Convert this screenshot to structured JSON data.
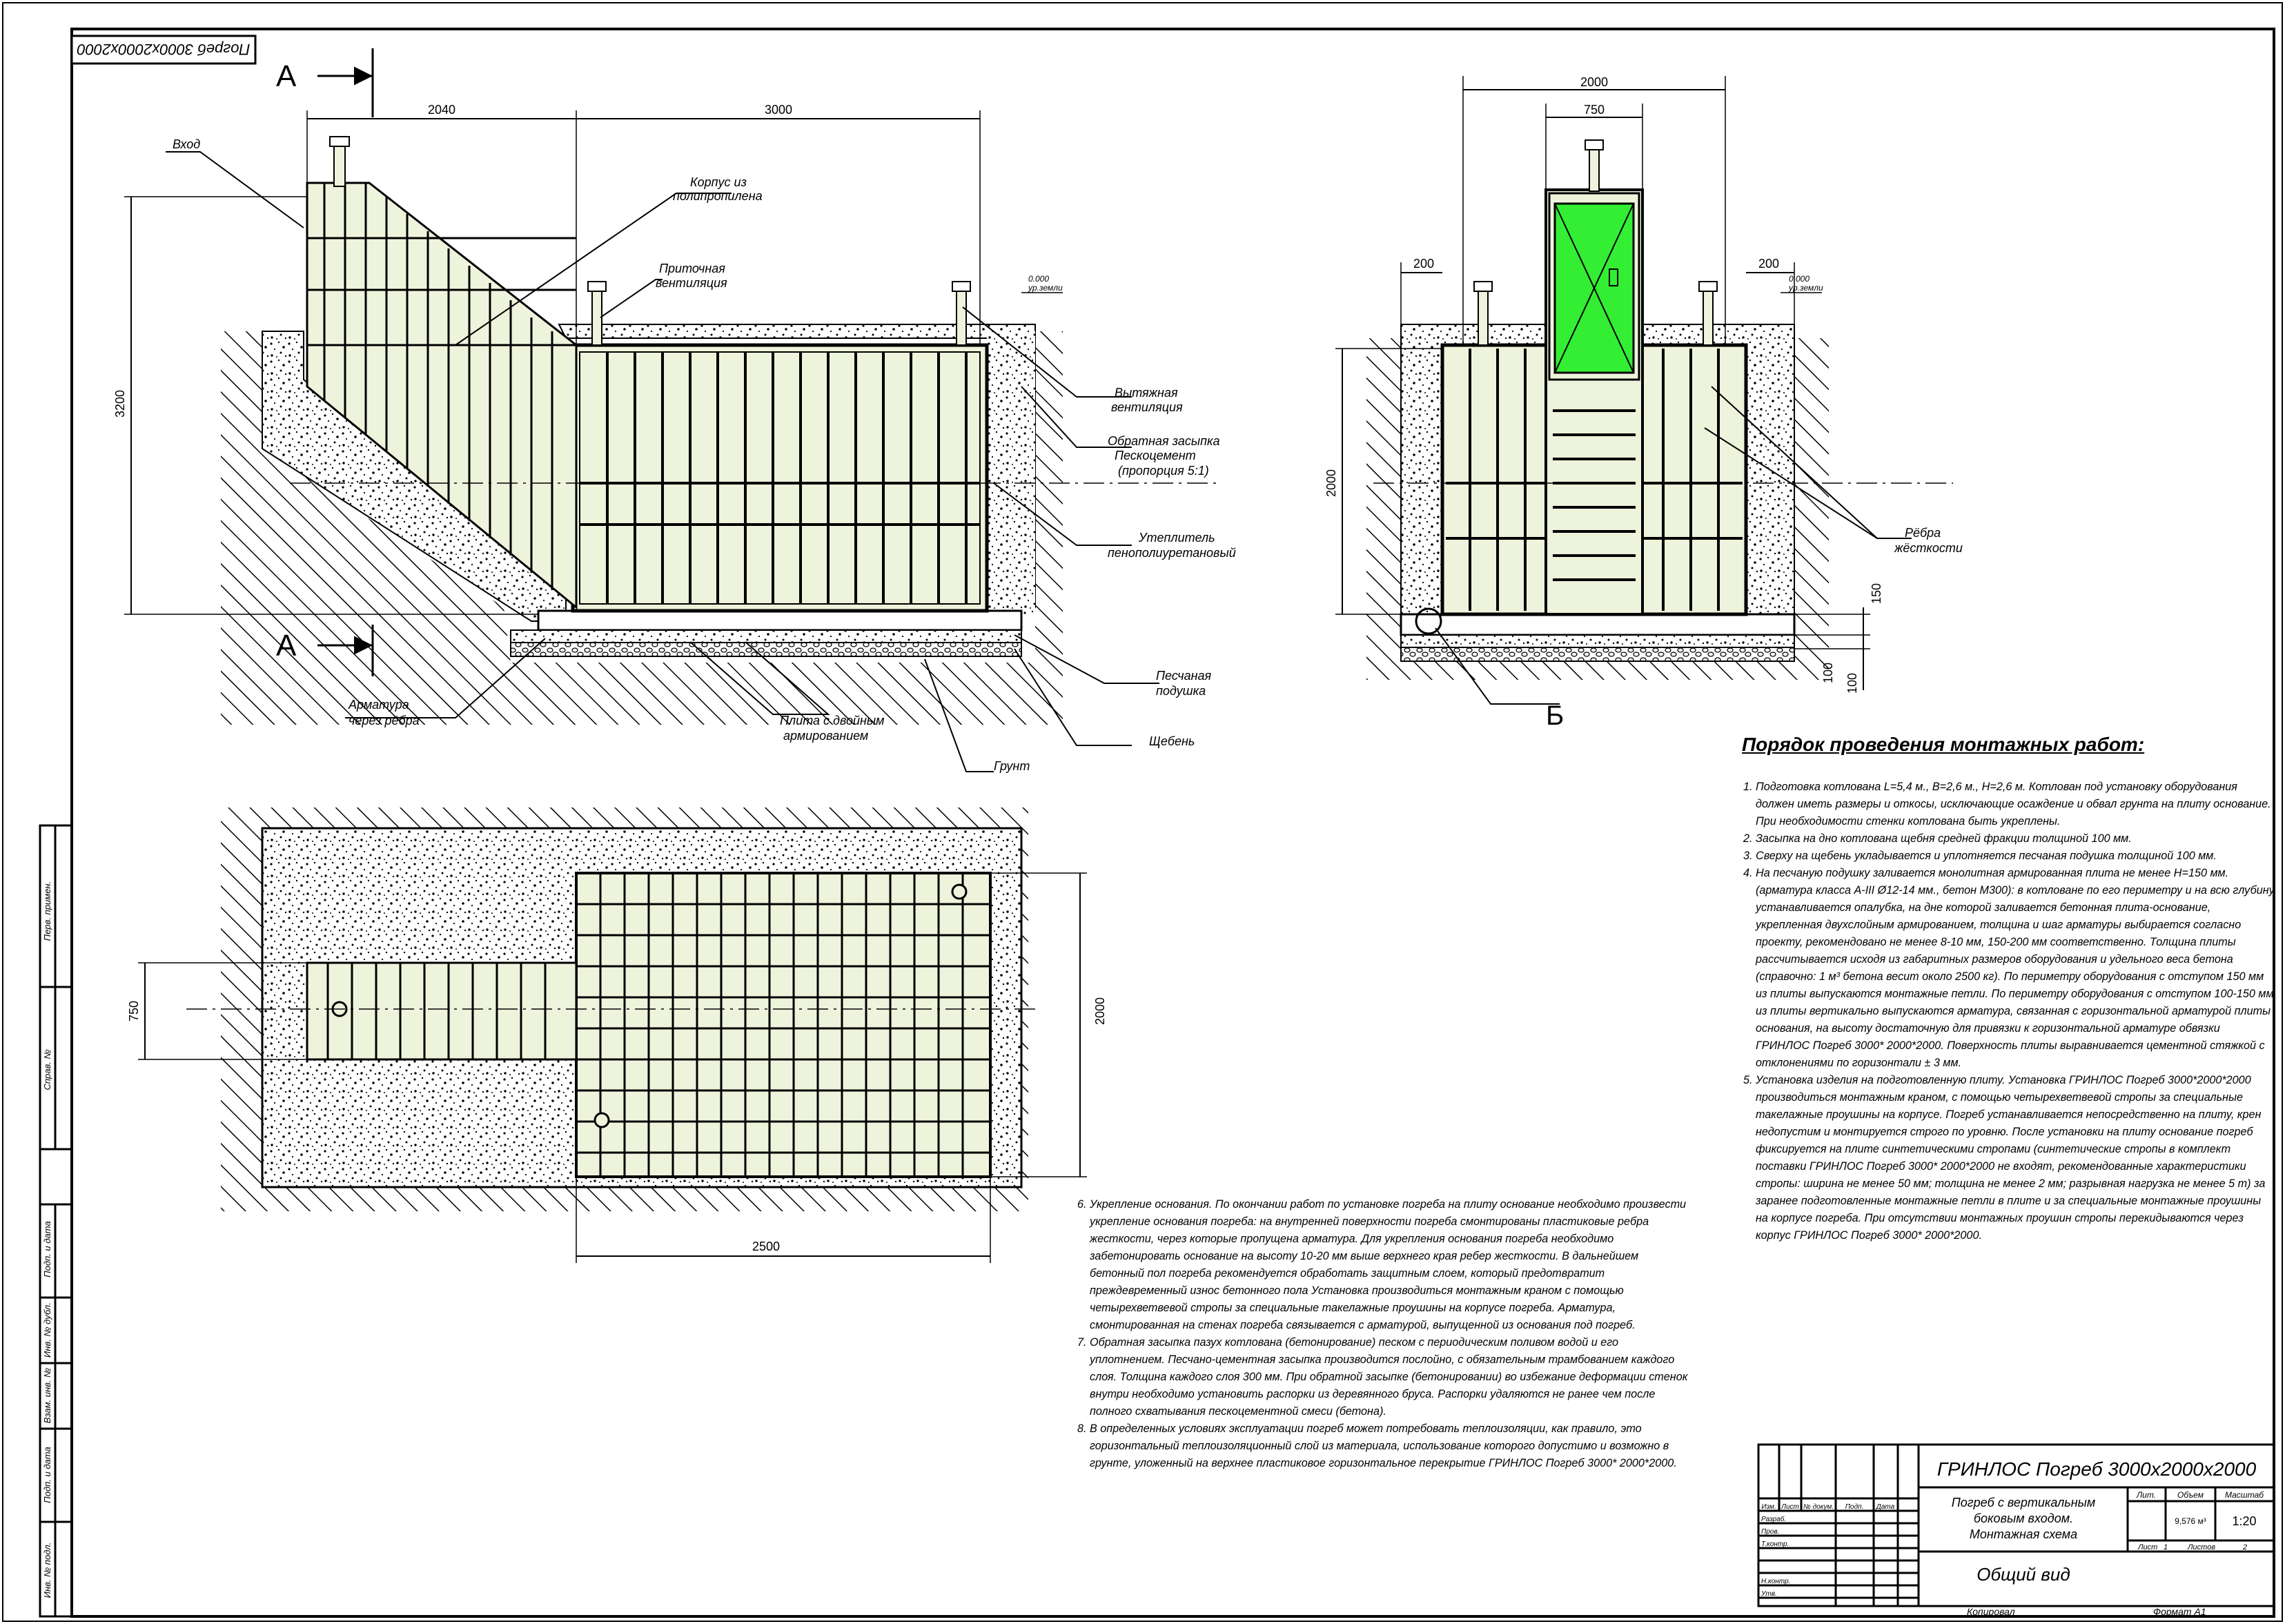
{
  "stamp_top": "Погреб 3000х2000х2000",
  "section_marks": {
    "a_top": "А",
    "a_bottom": "А",
    "b": "Б"
  },
  "dims": {
    "d2040": "2040",
    "d3000": "3000",
    "d3200": "3200",
    "d2000_top": "2000",
    "d750_top": "750",
    "d200_left": "200",
    "d200_right": "200",
    "d2000_side": "2000",
    "d150": "150",
    "d100a": "100",
    "d100b": "100",
    "d750_plan": "750",
    "d2000_plan": "2000",
    "d2500": "2500"
  },
  "level": {
    "left": "0.000",
    "left_sub": "ур.земли",
    "right": "0.000",
    "right_sub": "ур.земли"
  },
  "labels": {
    "vhod": "Вход",
    "korpus_1": "Корпус из",
    "korpus_2": "полипропилена",
    "pritoch_1": "Приточная",
    "pritoch_2": "вентиляция",
    "vytyazh_1": "Вытяжная",
    "vytyazh_2": "вентиляция",
    "zasypka_1": "Обратная засыпка",
    "zasypka_2": "Пескоцемент",
    "zasypka_3": "(пропорция 5:1)",
    "utep_1": "Утеплитель",
    "utep_2": "пенополиуретановый",
    "armatura_1": "Арматура",
    "armatura_2": "через рёбра",
    "plita_1": "Плита с двойным",
    "plita_2": "армированием",
    "pesok_1": "Песчаная",
    "pesok_2": "подушка",
    "sheben": "Щебень",
    "grunt": "Грунт",
    "rebra_1": "Рёбра",
    "rebra_2": "жёсткости"
  },
  "notes_title": "Порядок проведения монтажных работ:",
  "notes_right": [
    "Подготовка котлована  L=5,4 м., В=2,6 м., Н=2,6 м. Котлован под установку оборудования должен иметь размеры и откосы, исключающие осаждение и обвал грунта на плиту основание. При необходимости стенки котлована быть укреплены.",
    "Засыпка на дно котлована щебня средней фракции толщиной 100 мм.",
    "Сверху на щебень укладывается и уплотняется песчаная подушка толщиной 100 мм.",
    "На песчаную подушку заливается монолитная армированная плита не менее Н=150 мм. (арматура класса  А-III Ø12-14 мм., бетон М300): в котловане по его периметру и на всю глубину устанавливается опалубка, на дне которой заливается бетонная плита-основание, укрепленная двухслойным армированием, толщина и шаг арматуры выбирается согласно проекту, рекомендовано не менее 8-10 мм, 150-200 мм соответственно. Толщина плиты рассчитывается исходя из габаритных размеров оборудования и удельного веса бетона (справочно: 1 м³ бетона весит около 2500 кг). По периметру оборудования с отступом 150 мм из плиты выпускаются монтажные петли. По периметру оборудования с отступом 100-150 мм из плиты вертикально выпускаются арматура, связанная с горизонтальной арматурой плиты основания, на высоту достаточную для привязки к горизонтальной арматуре обвязки ГРИНЛОС Погреб 3000*  2000*2000. Поверхность плиты выравнивается цементной стяжкой с  отклонениями по горизонтали ± 3 мм.",
    "Установка изделия на подготовленную плиту. Установка ГРИНЛОС Погреб 3000*2000*2000 производиться монтажным краном, с помощью четырехветвевой стропы за специальные такелажные проушины на корпусе. Погреб устанавливается непосредственно на плиту, крен недопустим и монтируется строго по уровню. После установки на плиту основание погреб фиксируется на плите синтетическими стропами (синтетические стропы в комплект поставки ГРИНЛОС Погреб 3000*  2000*2000 не входят, рекомендованные характеристики стропы: ширина не менее 50 мм; толщина не менее 2 мм; разрывная нагрузка не менее 5 т) за заранее подготовленные монтажные петли в плите и за специальные монтажные проушины на корпусе погреба. При отсутствии монтажных проушин стропы перекидываются через корпус ГРИНЛОС Погреб 3000*  2000*2000."
  ],
  "notes_bottom": [
    "Укрепление основания. По окончании работ по установке погреба на плиту основание необходимо произвести укрепление основания погреба: на внутренней поверхности погреба смонтированы пластиковые ребра жесткости, через которые пропущена арматура. Для укрепления основания погреба необходимо забетонировать основание на высоту 10-20 мм выше верхнего края ребер жесткости. В дальнейшем бетонный пол погреба рекомендуется обработать защитным слоем, который предотвратит преждевременный износ бетонного пола Установка производиться монтажным краном с помощью четырехветвевой стропы за специальные такелажные проушины на корпусе погреба. Арматура, смонтированная на стенах погреба связывается с арматурой, выпущенной из основания под погреб.",
    "Обратная засыпка пазух котлована (бетонирование) песком с периодическим поливом водой и его уплотнением. Песчано-цементная засыпка производится послойно, с обязательным трамбованием каждого слоя. Толщина каждого слоя 300 мм. При обратной засыпке (бетонировании) во избежание деформации стенок внутри необходимо установить распорки из деревянного бруса. Распорки удаляются не ранее чем после полного схватывания пескоцементной смеси (бетона).",
    "В определенных условиях эксплуатации погреб может потребовать теплоизоляции, как правило, это горизонтальный теплоизоляционный слой из материала, использование которого допустимо и возможно в грунте, уложенный на верхнее пластиковое горизонтальное перекрытие ГРИНЛОС Погреб 3000*  2000*2000."
  ],
  "title_block": {
    "product": "ГРИНЛОС Погреб 3000х2000х2000",
    "desc_1": "Погреб с вертикальным",
    "desc_2": "боковым входом.",
    "desc_3": "Монтажная схема",
    "view": "Общий вид",
    "col_izm": "Изм.",
    "col_list": "Лист",
    "col_doc": "№ докум.",
    "col_podp": "Подп.",
    "col_data": "Дата",
    "row_razrab": "Разраб.",
    "row_prov": "Пров.",
    "row_tkontr": "Т.контр.",
    "row_nkontr": "Н.контр.",
    "row_utv": "Утв.",
    "h_lit": "Лит.",
    "h_obem": "Объем",
    "h_masht": "Масштаб",
    "volume": "9,576 м³",
    "scale": "1:20",
    "sheet_label": "Лист",
    "sheet_no": "1",
    "sheets_label": "Листов",
    "sheets_no": "2",
    "kopiroval": "Копировал",
    "format": "Формат А1"
  },
  "margin_stamps": {
    "perv_primen": "Перв. примен.",
    "sprav_no": "Справ. №",
    "podp_data_1": "Подп. и дата",
    "inv_dubl": "Инв. № дубл.",
    "vzam_inv": "Взам. инв. №",
    "podp_data_2": "Подп. и дата",
    "inv_podl": "Инв. № подл."
  },
  "colors": {
    "door_green": "#33ee33",
    "panel_fill": "#eef3dc",
    "mark_red": "#e01010"
  }
}
